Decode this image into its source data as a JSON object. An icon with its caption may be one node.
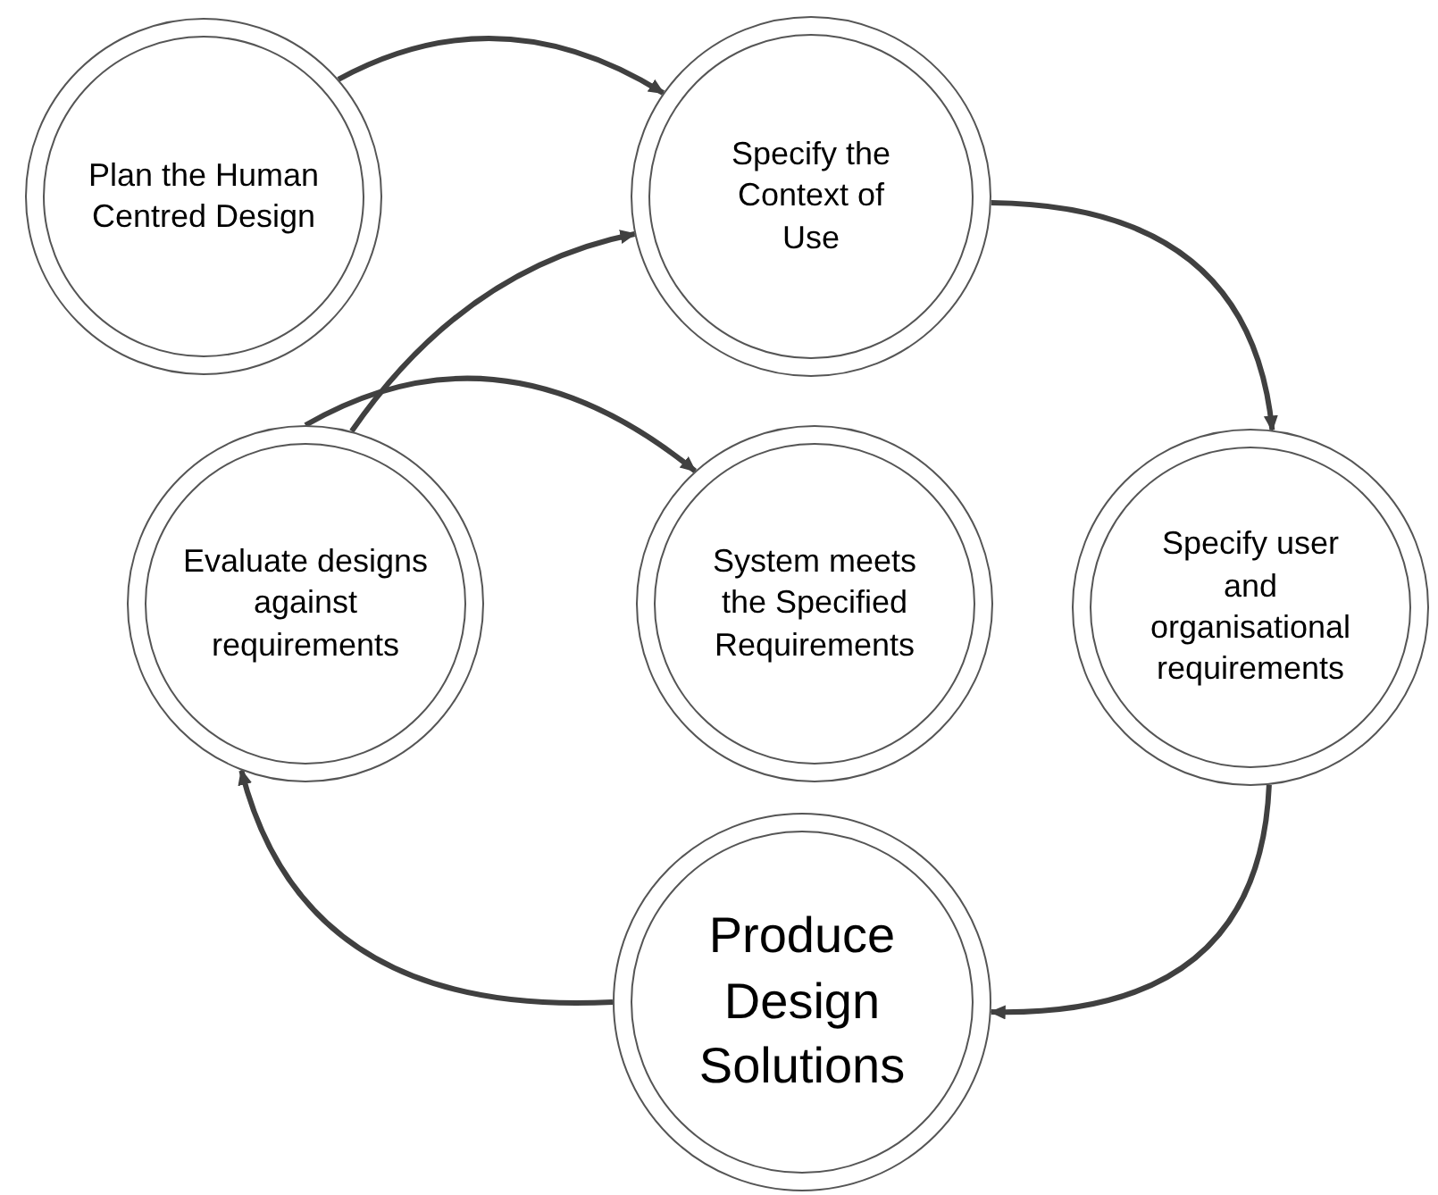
{
  "diagram": {
    "nodes": [
      {
        "text": [
          "Plan the Human Centred Design"
        ]
      },
      {
        "text": [
          "Specify the Context of Use"
        ]
      },
      {
        "text": [
          "Evaluate designs against requirements"
        ]
      },
      {
        "text": [
          "System meets the Specified Requirements"
        ]
      },
      {
        "text": [
          "Specify user and organisational requirements"
        ]
      },
      {
        "text": [
          "Produce Design Solutions"
        ]
      }
    ],
    "edges": [
      {
        "from": 0,
        "to": 1,
        "arrow": "to"
      },
      {
        "from": 1,
        "to": 4,
        "arrow": "to"
      },
      {
        "from": 4,
        "to": 5,
        "arrow": "to"
      },
      {
        "from": 5,
        "to": 2,
        "arrow": "to"
      },
      {
        "from": 2,
        "to": 1,
        "arrow": "to"
      },
      {
        "from": 2,
        "to": 3,
        "arrow": "to"
      }
    ]
  }
}
